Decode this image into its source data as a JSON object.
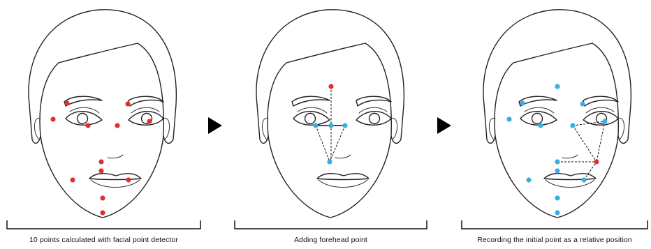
{
  "colors": {
    "detector_point": "#e0312b",
    "forehead_point": "#e0312b",
    "relative_point": "#3aaee0",
    "line": "#111111",
    "arrow": "#000000"
  },
  "icons": [
    "play-arrow-icon",
    "play-arrow-icon"
  ],
  "panels": [
    {
      "caption": "10 points calculated with facial point detector"
    },
    {
      "caption": "Adding forehead point"
    },
    {
      "caption": "Recording the initial point as a relative position"
    }
  ]
}
